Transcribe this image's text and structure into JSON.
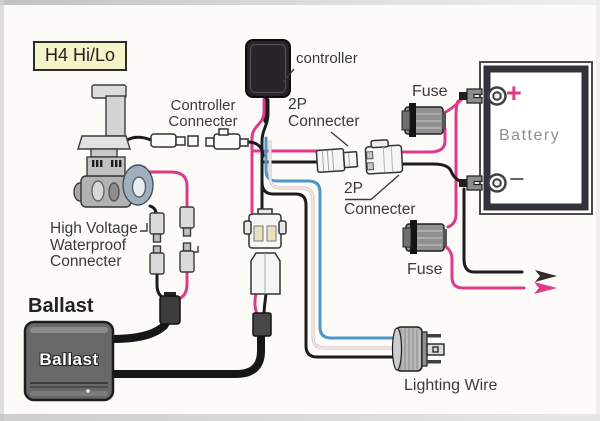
{
  "diagram": {
    "title_badge": "H4 Hi/Lo",
    "labels": {
      "controller": "controller",
      "controller_connecter_line1": "Controller",
      "controller_connecter_line2": "Connecter",
      "tp1_line1": "2P",
      "tp1_line2": "Connecter",
      "tp2_line1": "2P",
      "tp2_line2": "Connecter",
      "fuse_top": "Fuse",
      "fuse_bottom": "Fuse",
      "battery": "Battery",
      "plus": "+",
      "minus": "−",
      "hv_line1": "High Voltage",
      "hv_line2": "Waterproof",
      "hv_line3": "Connecter",
      "ballast": "Ballast",
      "ballast_unit": "Ballast",
      "lighting_wire": "Lighting Wire"
    },
    "colors": {
      "wire_pink": "#dd3a8a",
      "wire_black": "#1c1c1c",
      "wire_blue": "#4e97cc",
      "wire_white": "#d9c6c6",
      "badge_bg": "#f6f3c8",
      "battery_text": "#8f8f8f"
    }
  }
}
